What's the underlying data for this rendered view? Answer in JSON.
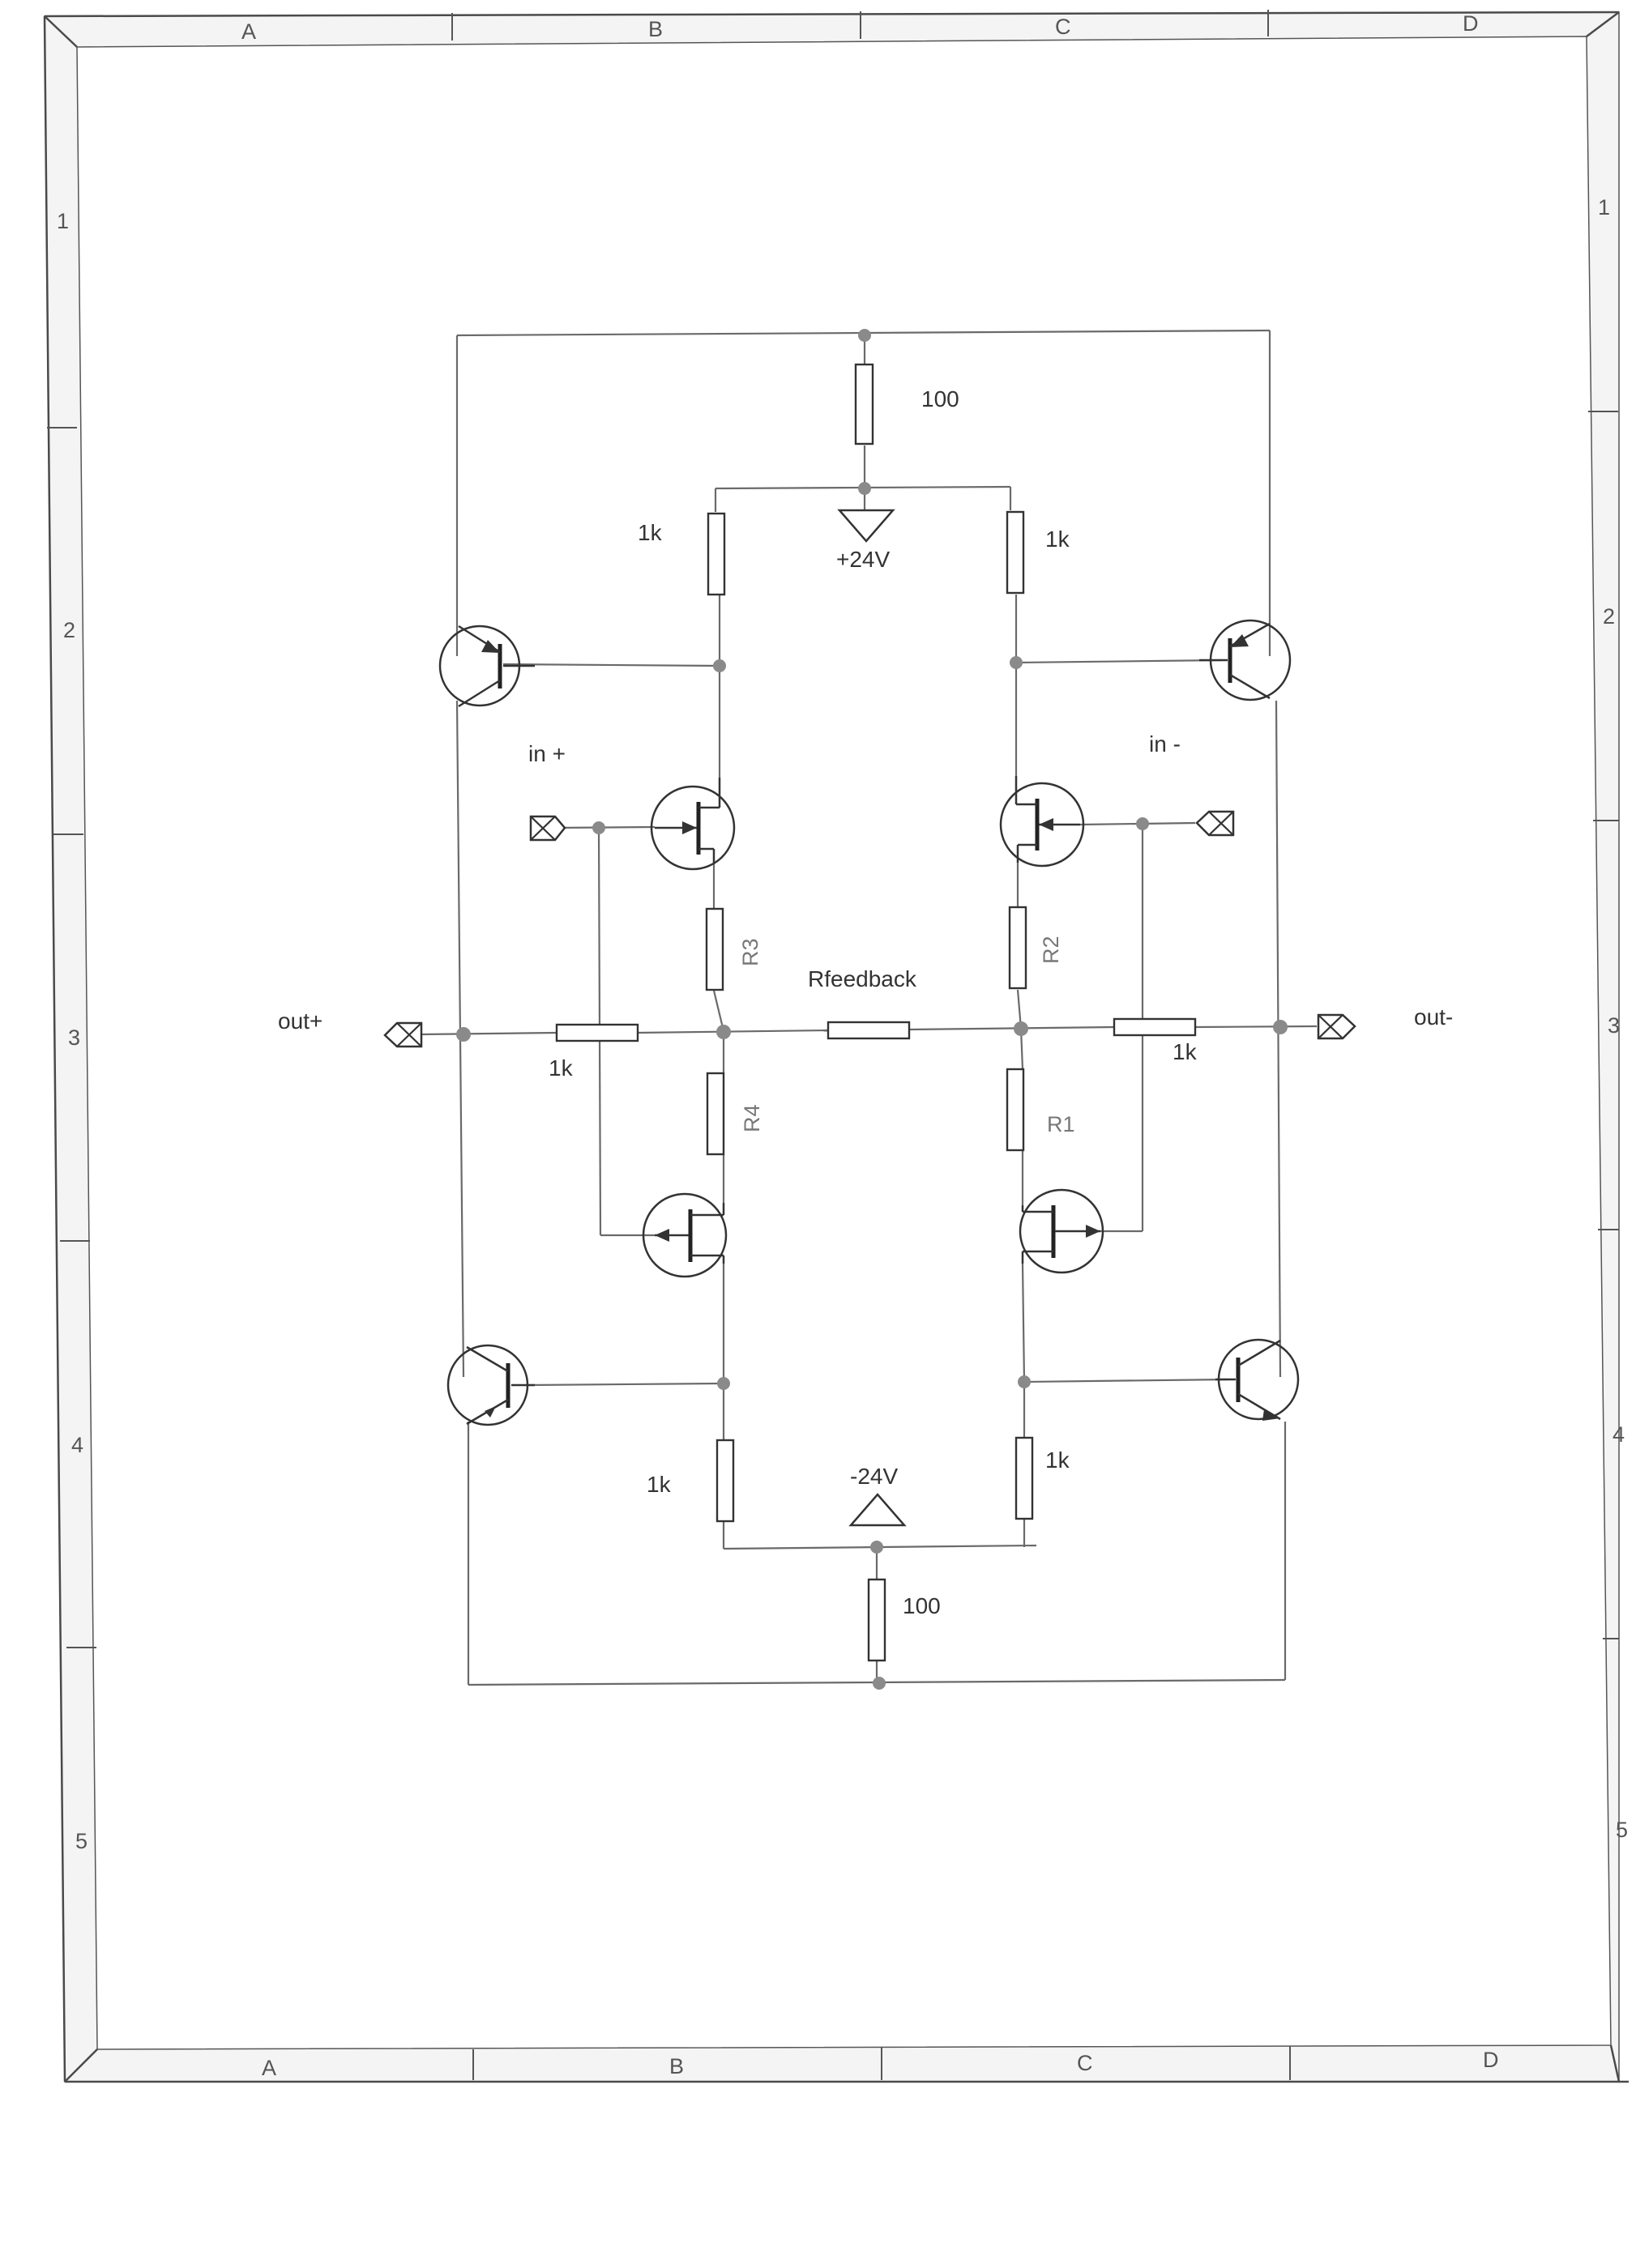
{
  "title_block": {
    "columns": [
      "A",
      "B",
      "C",
      "D"
    ],
    "rows": [
      "1",
      "2",
      "3",
      "4",
      "5"
    ]
  },
  "schematic": {
    "supplies": {
      "positive": "+24V",
      "negative": "-24V"
    },
    "resistors": {
      "top_tail": "100",
      "bottom_tail": "100",
      "top_left_load": "1k",
      "top_right_load": "1k",
      "bottom_left_load": "1k",
      "bottom_right_load": "1k",
      "r3": "R3",
      "r2": "R2",
      "r4": "R4",
      "r1": "R1",
      "feedback": "Rfeedback",
      "out_left": "1k",
      "out_right": "1k"
    },
    "ports": {
      "in_plus": "in +",
      "in_minus": "in -",
      "out_plus": "out+",
      "out_minus": "out-"
    }
  }
}
